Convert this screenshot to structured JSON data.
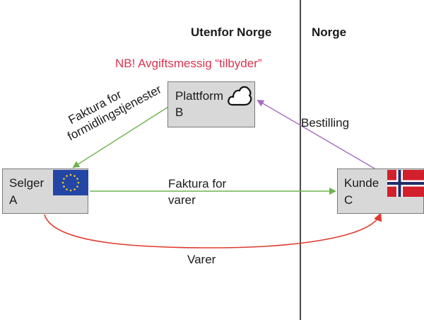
{
  "regions": {
    "outside": "Utenfor Norge",
    "inside": "Norge"
  },
  "note": "NB! Avgiftsmessig “tilbyder”",
  "nodes": {
    "platform": {
      "name": "Plattform",
      "letter": "B",
      "icon": "cloud-icon"
    },
    "seller": {
      "name": "Selger",
      "letter": "A",
      "icon": "eu-flag-icon"
    },
    "customer": {
      "name": "Kunde",
      "letter": "C",
      "icon": "norway-flag-icon"
    }
  },
  "edges": {
    "platform_to_seller": {
      "line1": "Faktura  for",
      "line2": "formidlingstjenester",
      "color": "#6db34e"
    },
    "customer_to_platform": {
      "label": "Bestilling",
      "color": "#a56bbf"
    },
    "seller_to_customer": {
      "line1": "Faktura for",
      "line2": "varer",
      "color": "#6db34e"
    },
    "goods": {
      "label": "Varer",
      "color": "#e03a2e"
    }
  }
}
